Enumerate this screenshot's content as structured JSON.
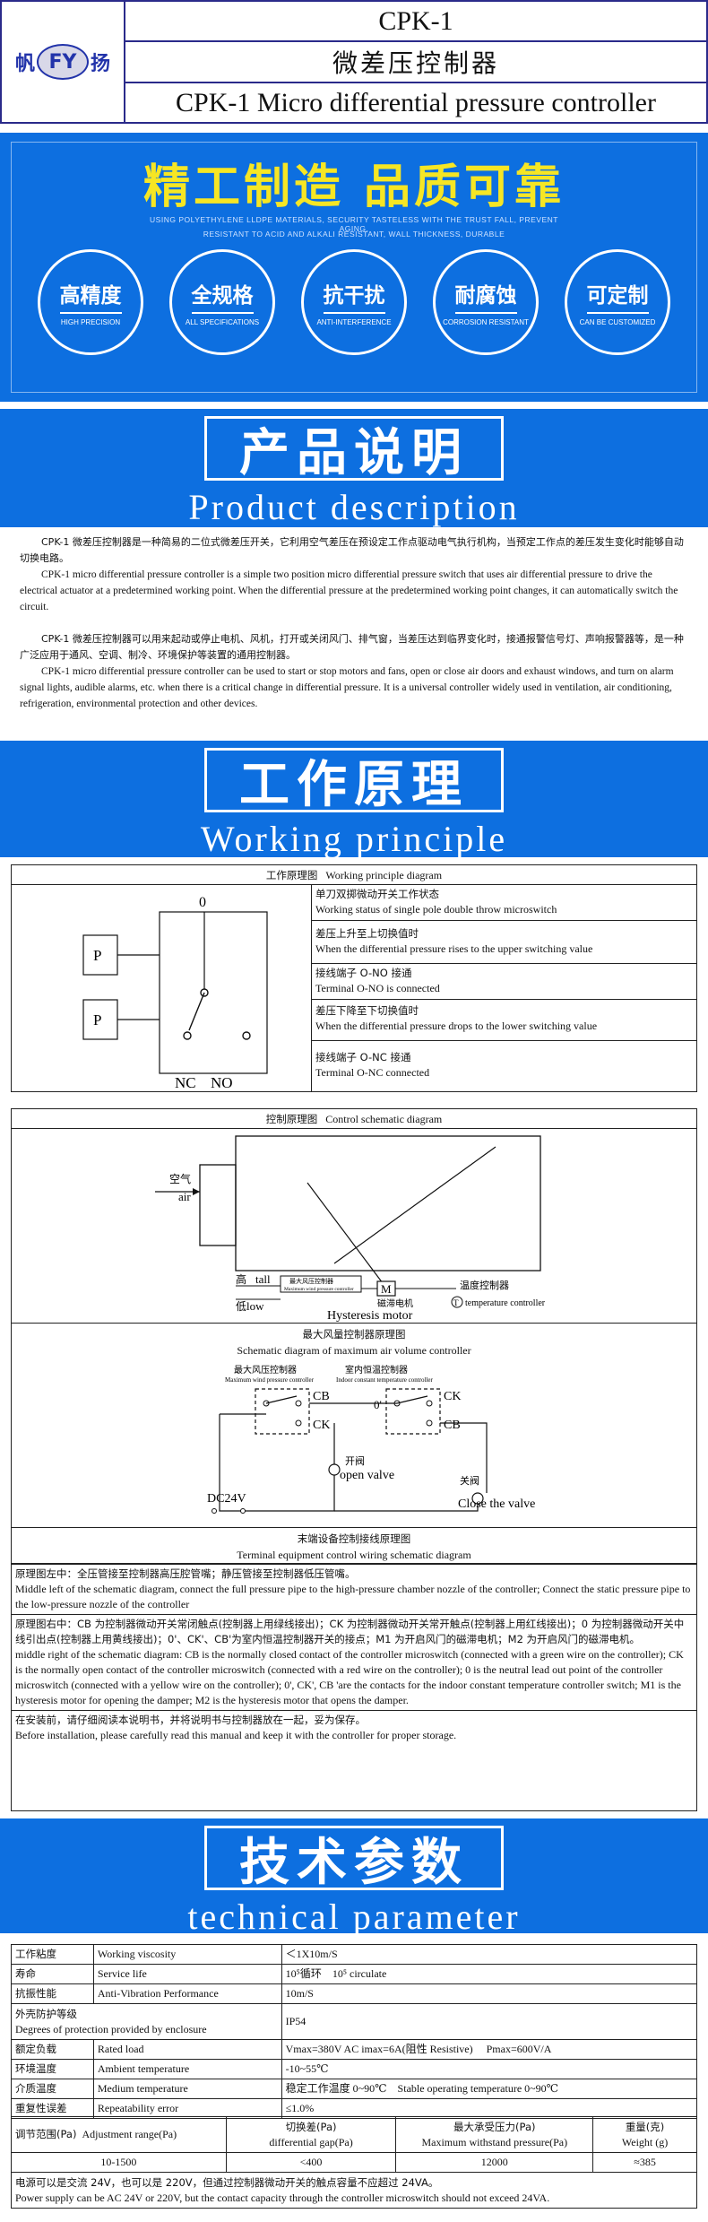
{
  "header": {
    "logo_left": "帆",
    "logo_mid": "FY",
    "logo_right": "扬",
    "model": "CPK-1",
    "title_cn": "微差压控制器",
    "title_en": "CPK-1 Micro differential pressure controller"
  },
  "banner": {
    "slogan": "精工制造 品质可靠",
    "sub_line1": "USING POLYETHYLENE LLDPE MATERIALS, SECURITY TASTELESS WITH THE TRUST FALL, PREVENT AGING,",
    "sub_line2": "RESISTANT TO ACID AND ALKALI RESISTANT, WALL THICKNESS, DURABLE",
    "features": [
      {
        "title": "高精度",
        "sub": "HIGH PRECISION"
      },
      {
        "title": "全规格",
        "sub": "ALL SPECIFICATIONS"
      },
      {
        "title": "抗干扰",
        "sub": "ANTI-INTERFERENCE"
      },
      {
        "title": "耐腐蚀",
        "sub": "CORROSION RESISTANT"
      },
      {
        "title": "可定制",
        "sub": "CAN BE CUSTOMIZED"
      }
    ]
  },
  "product": {
    "title_cn": "产品说明",
    "title_en": "Product description",
    "p1_cn": "CPK-1 微差压控制器是一种简易的二位式微差压开关，它利用空气差压在预设定工作点驱动电气执行机构，当预定工作点的差压发生变化时能够自动切换电路。",
    "p1_en": "CPK-1 micro differential pressure controller is a simple two position micro differential pressure switch that uses air differential pressure to drive the electrical actuator at a predetermined working point. When the differential pressure at the predetermined working point changes, it can automatically switch the circuit.",
    "p2_cn": "CPK-1 微差压控制器可以用来起动或停止电机、风机，打开或关闭风门、排气窗，当差压达到临界变化时，接通报警信号灯、声响报警器等，是一种广泛应用于通风、空调、制冷、环境保护等装置的通用控制器。",
    "p2_en": "CPK-1 micro differential pressure controller can be used to start or stop motors and fans, open or close air doors and exhaust windows, and turn on alarm signal lights, audible alarms, etc. when there is a critical change in differential pressure. It is a universal controller widely used in ventilation, air conditioning, refrigeration, environmental protection and other devices."
  },
  "working": {
    "title_cn": "工作原理",
    "title_en": "Working principle",
    "diagram_cap_cn": "工作原理图",
    "diagram_cap_en": "Working principle diagram",
    "labels": {
      "zero": "0",
      "p": "P",
      "nc": "NC",
      "no": "NO"
    },
    "rows": [
      {
        "cn": "单刀双掷微动开关工作状态",
        "en": "Working status of single pole double throw microswitch"
      },
      {
        "cn": "差压上升至上切换值时",
        "en": "When the differential pressure rises to the upper switching value"
      },
      {
        "cn": "接线端子 O-NO 接通",
        "en": "Terminal O-NO is connected"
      },
      {
        "cn": "差压下降至下切换值时",
        "en": "When the differential pressure drops to the lower switching value"
      },
      {
        "cn": "接线端子 O-NC 接通",
        "en": "Terminal O-NC connected"
      }
    ],
    "control_cap_cn": "控制原理图",
    "control_cap_en": "Control schematic diagram",
    "control_labels": {
      "air_cn": "空气",
      "air_en": "air",
      "tall_cn": "高",
      "tall_en": "tall",
      "low_cn": "低",
      "low_en": "low",
      "maxp_cn": "最大风压控制器",
      "maxp_en": "Maximum wind pressure controller",
      "m": "M",
      "motor_cn": "磁滞电机",
      "motor_en": "Hysteresis motor",
      "temp_cn": "温度控制器",
      "temp_t": "T",
      "temp_en": "temperature controller"
    },
    "maxair_cap_cn": "最大风量控制器原理图",
    "maxair_cap_en": "Schematic diagram of maximum air volume controller",
    "wiring_labels": {
      "maxp_cn": "最大风压控制器",
      "maxp_en": "Maximum wind pressure controller",
      "room_cn": "室内恒温控制器",
      "room_en": "Indoor constant temperature controller",
      "cb": "CB",
      "ck": "CK",
      "zero": "0",
      "zero_p": "0'",
      "dc": "DC24V",
      "open_cn": "开阀",
      "open_en": "open valve",
      "close_cn": "关阀",
      "close_en": "Close the valve"
    },
    "wiring_cap_cn": "末端设备控制接线原理图",
    "wiring_cap_en": "Terminal equipment control wiring schematic diagram",
    "note_left_cn": "原理图左中：全压管接至控制器高压腔管嘴；静压管接至控制器低压管嘴。",
    "note_left_en": "Middle left of the schematic diagram, connect the full pressure pipe to the high-pressure chamber nozzle of the controller; Connect the static pressure pipe to the low-pressure nozzle of the controller",
    "note_right_cn": "原理图右中：CB 为控制器微动开关常闭触点(控制器上用绿线接出)；CK 为控制器微动开关常开触点(控制器上用红线接出)；0 为控制器微动开关中线引出点(控制器上用黄线接出)；0'、CK'、CB'为室内恒温控制器开关的接点；M1 为开启风门的磁滞电机；M2 为开启风门的磁滞电机。",
    "note_right_en": "middle right of the schematic diagram: CB is the normally closed contact of the controller microswitch (connected with a green wire on the controller); CK is the normally open contact of the controller microswitch (connected with a red wire on the controller); 0 is the neutral lead out point of the controller microswitch (connected with a yellow wire on the controller); 0', CK', CB 'are the contacts for the indoor constant temperature controller switch; M1 is the hysteresis motor for opening the damper; M2 is the hysteresis motor that opens the damper.",
    "note_install_cn": "在安装前，请仔细阅读本说明书，并将说明书与控制器放在一起，妥为保存。",
    "note_install_en": "Before installation, please carefully read this manual and keep it with the controller for proper storage."
  },
  "technical": {
    "title_cn": "技术参数",
    "title_en": "technical parameter",
    "rows": [
      {
        "cn": "工作粘度",
        "en": "Working viscosity",
        "value": "＜1X10m/S"
      },
      {
        "cn": "寿命",
        "en": "Service life",
        "value": "10⁵循环　10⁵ circulate"
      },
      {
        "cn": "抗振性能",
        "en": "Anti-Vibration Performance",
        "value": "10m/S"
      },
      {
        "cn": "外壳防护等级",
        "en": "Degrees of protection provided by enclosure",
        "value": "IP54"
      },
      {
        "cn": "额定负载",
        "en": "Rated load",
        "value": "Vmax=380V AC imax=6A(阻性 Resistive)　 Pmax=600V/A"
      },
      {
        "cn": "环境温度",
        "en": "Ambient temperature",
        "value": "-10~55℃"
      },
      {
        "cn": "介质温度",
        "en": "Medium temperature",
        "value": "稳定工作温度 0~90℃　Stable operating temperature 0~90℃"
      },
      {
        "cn": "重复性误差",
        "en": "Repeatability error",
        "value": "≤1.0%"
      }
    ],
    "adjust": {
      "head_cn": "调节范围(Pa)",
      "head_en": "Adjustment range(Pa)",
      "gap_cn": "切换差(Pa)",
      "gap_en": "differential gap(Pa)",
      "max_cn": "最大承受压力(Pa)",
      "max_en": "Maximum withstand pressure(Pa)",
      "weight_cn": "重量(克)",
      "weight_en": "Weight (g)",
      "range_value": "10-1500",
      "gap_value": "<400",
      "max_value": "12000",
      "weight_value": "≈385"
    },
    "power_cn": "电源可以是交流 24V，也可以是 220V，但通过控制器微动开关的触点容量不应超过 24VA。",
    "power_en": "Power supply can be AC 24V or 220V, but the contact capacity through the controller microswitch should not exceed 24VA."
  }
}
